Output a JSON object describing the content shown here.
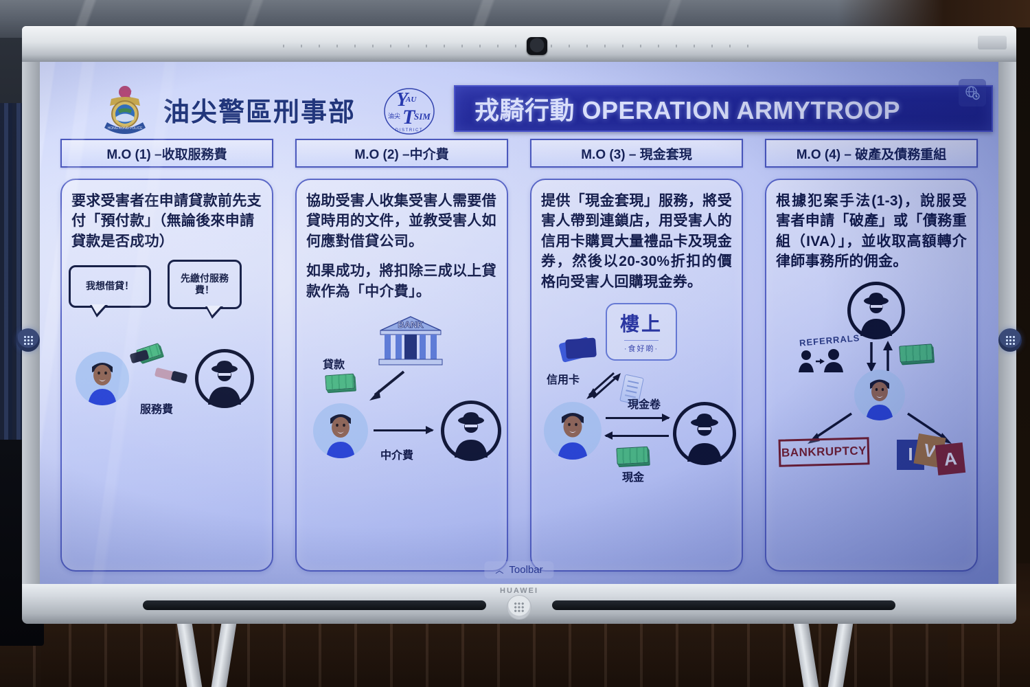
{
  "scene": {
    "device_brand": "HUAWEI"
  },
  "slide": {
    "department_title": "油尖警區刑事部",
    "district_logo": {
      "top": "YAU",
      "mid": "T",
      "right": "SIM",
      "bottom": "D I S T R I C T",
      "chinese": "油尖"
    },
    "banner_title": "戎騎行動 OPERATION ARMYTROOP",
    "globe_icon": "globe-clock-icon",
    "toolbar": {
      "label": "Toolbar",
      "chevron": "︿"
    },
    "columns": [
      {
        "header": "M.O (1) –收取服務費",
        "paragraphs": [
          "要求受害者在申請貸款前先支付「預付款」（無論後來申請貸款是否成功）"
        ],
        "art": {
          "bubble_victim": "我想借貸！",
          "bubble_crook": "先繳付服務費！",
          "label_fee": "服務費"
        }
      },
      {
        "header": "M.O (2) –中介費",
        "paragraphs": [
          "協助受害人收集受害人需要借貸時用的文件，並教受害人如何應對借貸公司。",
          "如果成功，將扣除三成以上貸款作為「中介費」。"
        ],
        "art": {
          "bank_label": "BANK",
          "label_loan": "貸款",
          "label_broker_fee": "中介費"
        }
      },
      {
        "header": "M.O (3) – 現金套現",
        "paragraphs": [
          "提供「現金套現」服務，將受害人帶到連鎖店，用受害人的信用卡購買大量禮品卡及現金券，然後以20-30%折扣的價格向受害人回購現金券。"
        ],
        "art": {
          "shop_name": "樓上",
          "shop_sub": "·食好啲·",
          "label_credit_card": "信用卡",
          "label_voucher": "現金卷",
          "label_cash": "現金"
        }
      },
      {
        "header": "M.O (4) – 破產及債務重組",
        "paragraphs": [
          "根據犯案手法(1-3)，說服受害者申請「破產」或「債務重組（IVA）」，並收取高額轉介律師事務所的佣金。"
        ],
        "art": {
          "label_referrals": "REFERRALS",
          "label_bankruptcy": "BANKRUPTCY",
          "iva_letters": [
            "I",
            "V",
            "A"
          ]
        }
      }
    ]
  },
  "colors": {
    "banner_blue": "#1d2190",
    "card_border": "#5a66c4",
    "text_navy": "#0c1336",
    "crest_gold": "#c8a23a"
  }
}
